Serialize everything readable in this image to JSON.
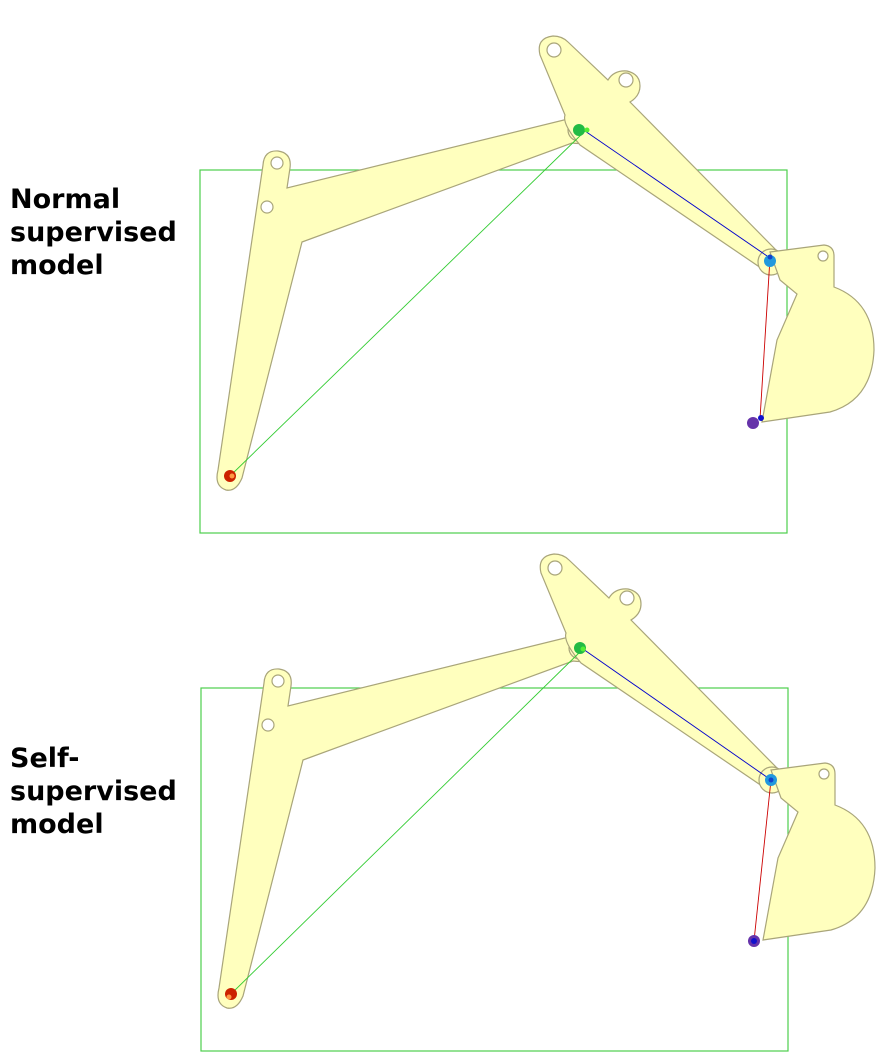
{
  "panels": [
    {
      "label_lines": [
        "Normal",
        "supervised",
        "model"
      ]
    },
    {
      "label_lines": [
        "Self-",
        "supervised",
        "model"
      ]
    }
  ],
  "colors": {
    "part_fill": "#ffffbe",
    "part_outline": "#a9a57a",
    "bounding_box": "#4ccf4c",
    "line_boom": "#33cc33",
    "line_arm": "#0000cc",
    "line_bucket": "#cc0000",
    "joint_base": "#cc2200",
    "joint_elbow": "#22bb44",
    "joint_wrist": "#2299dd",
    "joint_tip": "#6633aa"
  }
}
